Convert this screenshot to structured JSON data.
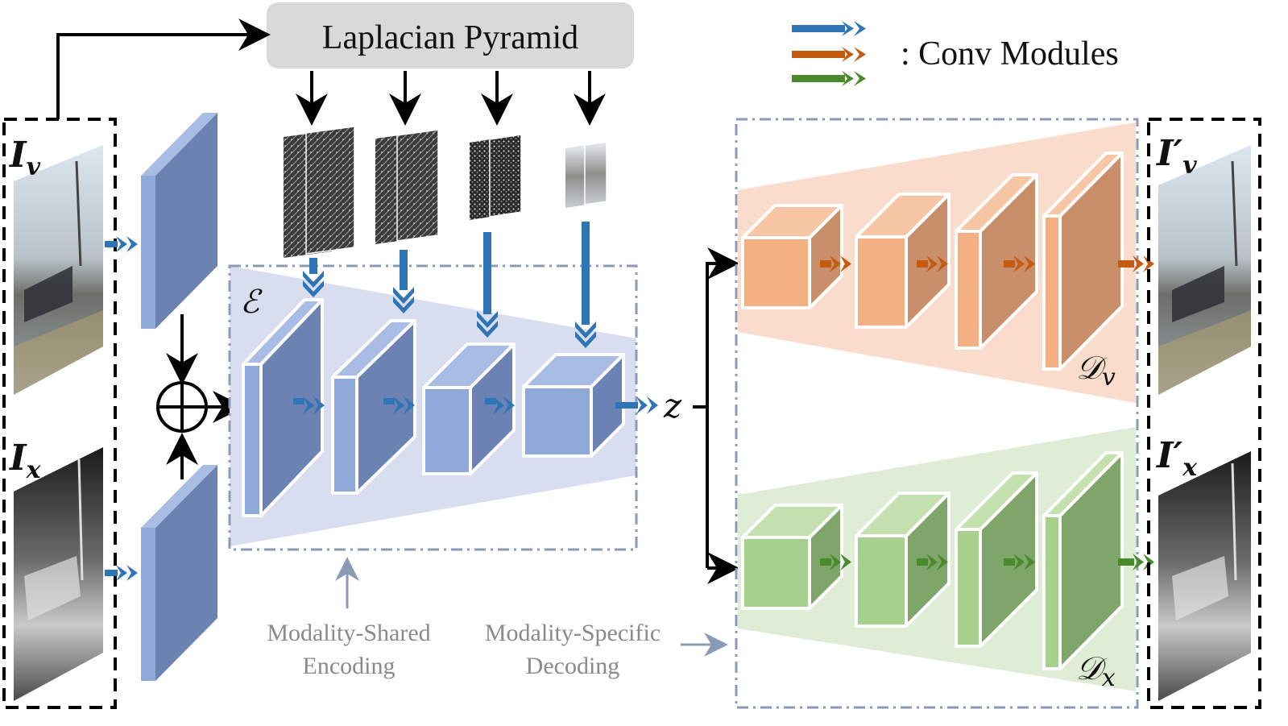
{
  "title_box": {
    "label": "Laplacian Pyramid"
  },
  "legend": {
    "label": ": Conv Modules",
    "colors": [
      "#2f74b5",
      "#c55a11",
      "#4a8a2c"
    ]
  },
  "inputs": {
    "visible": {
      "symbol": "I",
      "sub": "v"
    },
    "infrared": {
      "symbol": "I",
      "sub": "x"
    }
  },
  "outputs": {
    "visible": {
      "symbol": "I′",
      "sub": "v"
    },
    "infrared": {
      "symbol": "I′",
      "sub": "x"
    }
  },
  "encoder": {
    "symbol": "ℰ",
    "latent": "z"
  },
  "decoders": {
    "visible": {
      "symbol": "𝒟",
      "sub": "v"
    },
    "infrared": {
      "symbol": "𝒟",
      "sub": "x"
    }
  },
  "captions": {
    "shared_line1": "Modality-Shared",
    "shared_line2": "Encoding",
    "specific_line1": "Modality-Specific",
    "specific_line2": "Decoding"
  },
  "colors": {
    "blue_block": "#6b82b3",
    "blue_block_light": "#8fa9d8",
    "encoder_bg": "#d8def0",
    "orange_block": "#f2b083",
    "orange_bg": "#f9dccb",
    "green_block": "#a8d08d",
    "green_bg": "#dfecd6",
    "frame_dash": "#8c9bb5"
  }
}
